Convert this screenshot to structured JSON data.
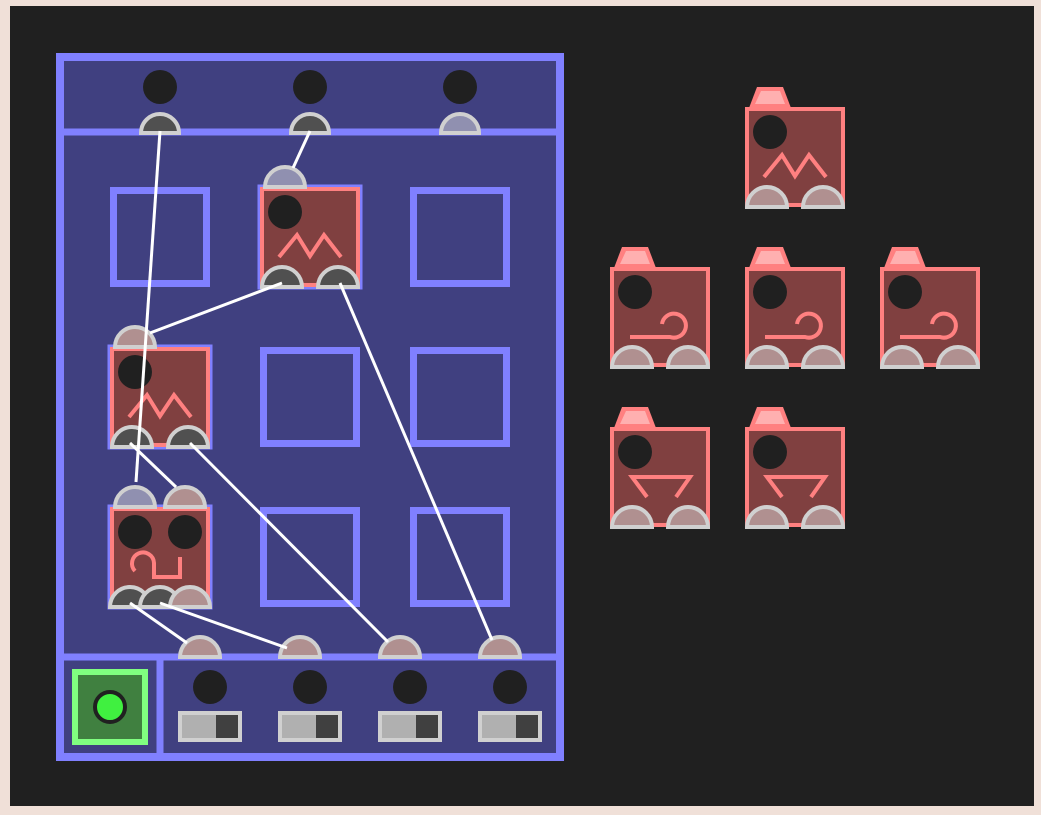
{
  "colors": {
    "frame": "#f0e0d8",
    "background": "#202020",
    "board_fill": "#404080",
    "board_stroke": "#8080ff",
    "component_fill": "#804040",
    "component_stroke": "#ff8080",
    "tab_inner": "#ffb0b0",
    "port_rim": "#d0d0d0",
    "port_dark": "#505050",
    "port_lavender": "#9090b0",
    "port_rose": "#b09090",
    "light": "#202020",
    "wire": "#ffffff",
    "run_fill": "#408040",
    "run_stroke": "#80ff80",
    "run_led": "#40f040",
    "toggle_off": "#b0b0b0",
    "toggle_knob": "#404040"
  },
  "board": {
    "grid_cols": 3,
    "grid_rows": 3,
    "top_inputs": [
      {
        "port": "dark"
      },
      {
        "port": "dark"
      },
      {
        "port": "lavender"
      }
    ],
    "bottom_outputs": [
      {
        "port": "rose",
        "toggle_on": false
      },
      {
        "port": "rose",
        "toggle_on": false
      },
      {
        "port": "rose",
        "toggle_on": false
      },
      {
        "port": "rose",
        "toggle_on": false
      }
    ],
    "placed_components": [
      {
        "type": "mountain",
        "col": 1,
        "row": 0,
        "inputs": [
          "lavender"
        ],
        "outputs": [
          "dark",
          "dark"
        ]
      },
      {
        "type": "mountain",
        "col": 0,
        "row": 1,
        "inputs": [
          "rose"
        ],
        "outputs": [
          "dark",
          "dark"
        ]
      },
      {
        "type": "curl-bracket",
        "col": 0,
        "row": 2,
        "inputs": [
          "lavender",
          "rose"
        ],
        "outputs": [
          "dark",
          "dark",
          "rose"
        ]
      }
    ],
    "run_button": {
      "state": "active"
    }
  },
  "palette": [
    {
      "type": "mountain"
    },
    {
      "type": "curl"
    },
    {
      "type": "curl"
    },
    {
      "type": "curl"
    },
    {
      "type": "cup"
    },
    {
      "type": "cup"
    }
  ]
}
